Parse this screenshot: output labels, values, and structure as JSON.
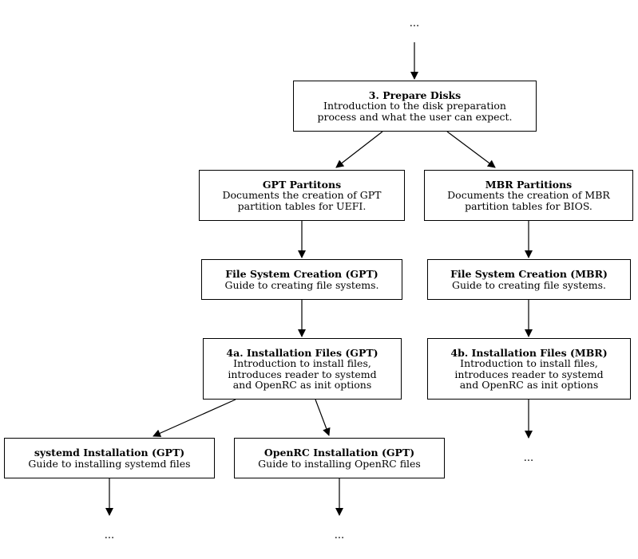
{
  "nodes": {
    "prepare_disks": {
      "title": "3. Prepare Disks",
      "desc": "Introduction to the disk preparation\nprocess and what the user can expect."
    },
    "gpt_partitions": {
      "title": "GPT Partitons",
      "desc": "Documents the creation of GPT\npartition tables for UEFI."
    },
    "mbr_partitions": {
      "title": "MBR Partitions",
      "desc": "Documents the creation of MBR\npartition tables for BIOS."
    },
    "fs_gpt": {
      "title": "File System Creation (GPT)",
      "desc": "Guide to creating file systems."
    },
    "fs_mbr": {
      "title": "File System Creation (MBR)",
      "desc": "Guide to creating file systems."
    },
    "install_gpt": {
      "title": "4a. Installation Files (GPT)",
      "desc": "Introduction to install files,\nintroduces reader to systemd\nand OpenRC as init options"
    },
    "install_mbr": {
      "title": "4b. Installation Files (MBR)",
      "desc": "Introduction to install files,\nintroduces reader to systemd\nand OpenRC as init options"
    },
    "systemd_gpt": {
      "title": "systemd Installation (GPT)",
      "desc": "Guide to installing systemd files"
    },
    "openrc_gpt": {
      "title": "OpenRC Installation (GPT)",
      "desc": "Guide to installing OpenRC files"
    }
  },
  "ellipses": {
    "top": "...",
    "mbr_bottom": "...",
    "systemd_bottom": "...",
    "openrc_bottom": "..."
  }
}
